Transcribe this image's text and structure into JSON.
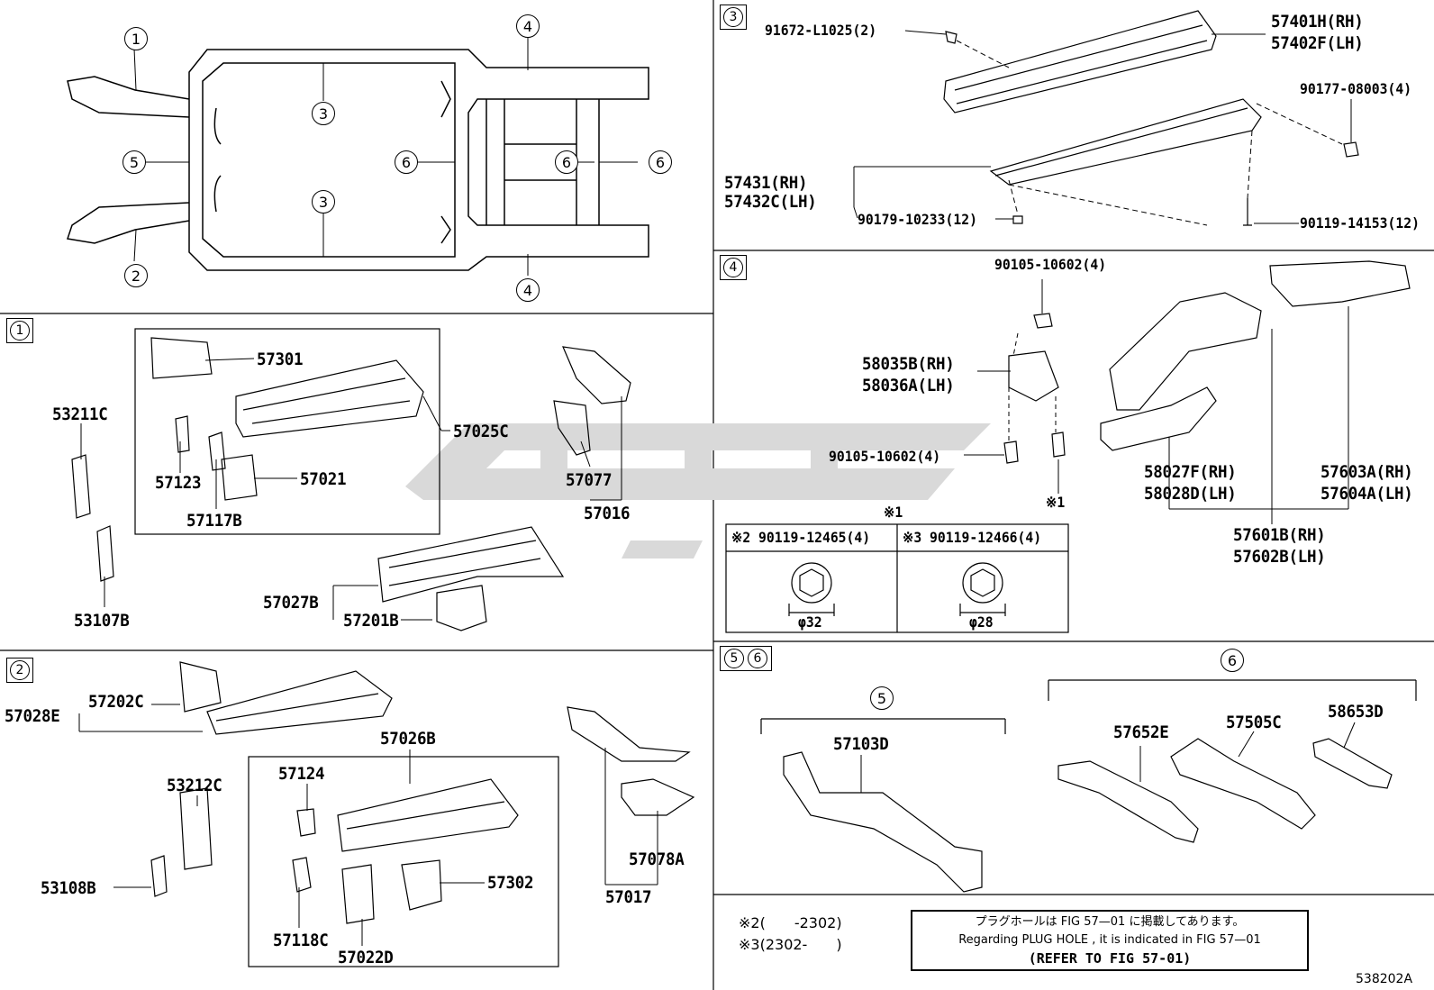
{
  "overview": {
    "circles": {
      "c1": "1",
      "c2": "2",
      "c3a": "3",
      "c3b": "3",
      "c4a": "4",
      "c4b": "4",
      "c5": "5",
      "c6a": "6",
      "c6b": "6",
      "c6c": "6"
    }
  },
  "sections": {
    "s1": {
      "marker": "1",
      "labels": {
        "a": "57301",
        "b": "57025C",
        "c": "57021",
        "d": "57123",
        "e": "57117B",
        "f": "53211C",
        "g": "53107B",
        "h": "57077",
        "i": "57016",
        "j": "57027B",
        "k": "57201B"
      }
    },
    "s2": {
      "marker": "2",
      "labels": {
        "a": "57028E",
        "b": "57202C",
        "c": "57026B",
        "d": "57124",
        "e": "53212C",
        "f": "53108B",
        "g": "57302",
        "h": "57118C",
        "i": "57022D",
        "j": "57078A",
        "k": "57017"
      }
    },
    "s3": {
      "marker": "3",
      "labels": {
        "a": "91672-L1025(2)",
        "b": "57401H(RH)",
        "c": "57402F(LH)",
        "d": "90177-08003(4)",
        "e": "57431(RH)",
        "f": "57432C(LH)",
        "g": "90179-10233(12)",
        "h": "90119-14153(12)"
      }
    },
    "s4": {
      "marker": "4",
      "labels": {
        "a": "90105-10602(4)",
        "b": "58035B(RH)",
        "c": "58036A(LH)",
        "d": "90105-10602(4)",
        "e": "※1",
        "f": "※1",
        "g": "58027F(RH)",
        "h": "58028D(LH)",
        "i": "57603A(RH)",
        "j": "57604A(LH)",
        "k": "57601B(RH)",
        "l": "57602B(LH)"
      },
      "table": {
        "left": "※2 90119-12465(4)",
        "right": "※3 90119-12466(4)",
        "dim_left": "φ32",
        "dim_right": "φ28"
      }
    },
    "s56": {
      "marker_a": "5",
      "marker_b": "6",
      "group5": "5",
      "group6": "6",
      "labels": {
        "a": "57103D",
        "b": "57652E",
        "c": "57505C",
        "d": "58653D"
      }
    }
  },
  "notes": {
    "n2": "※2(　　-2302)",
    "n3": "※3(2302-　　)",
    "box_line1": "プラグホールは FIG 57—01 に掲載してあります。",
    "box_line2": "Regarding  PLUG  HOLE , it is indicated in  FIG  57—01",
    "box_line3": "(REFER TO FIG 57-01)",
    "figure_id": "538202A"
  },
  "colors": {
    "line": "#000000",
    "watermark": "#d9d9d9"
  }
}
